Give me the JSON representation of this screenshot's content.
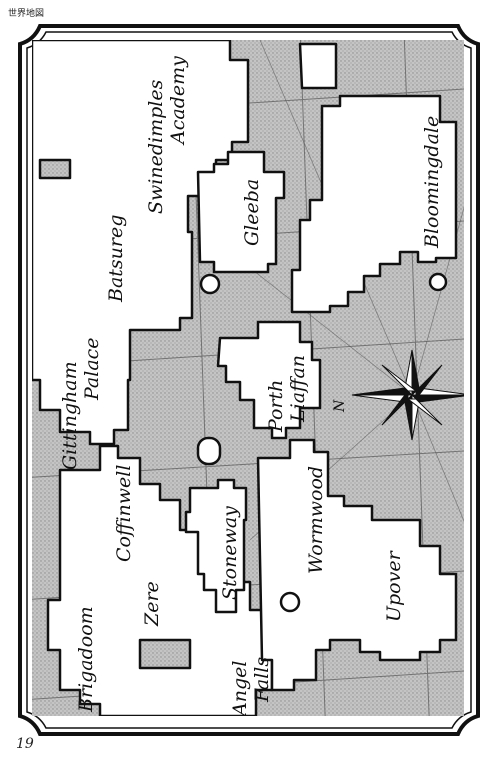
{
  "header": {
    "chapter_mark": "世界地図"
  },
  "footer": {
    "page_number": "19"
  },
  "map": {
    "places": [
      {
        "id": "swinedimples",
        "lines": [
          "Swinedimples",
          "Academy"
        ]
      },
      {
        "id": "batsureg",
        "lines": [
          "Batsureg"
        ]
      },
      {
        "id": "gleeba",
        "lines": [
          "Gleeba"
        ]
      },
      {
        "id": "bloomingdale",
        "lines": [
          "Bloomingdale"
        ]
      },
      {
        "id": "gittingham",
        "lines": [
          "Gittingham",
          "Palace"
        ]
      },
      {
        "id": "porth",
        "lines": [
          "Porth",
          "Liaffan"
        ]
      },
      {
        "id": "coffinwell",
        "lines": [
          "Coffinwell"
        ]
      },
      {
        "id": "stoneway",
        "lines": [
          "Stoneway"
        ]
      },
      {
        "id": "wormwood",
        "lines": [
          "Wormwood"
        ]
      },
      {
        "id": "zere",
        "lines": [
          "Zere"
        ]
      },
      {
        "id": "upover",
        "lines": [
          "Upover"
        ]
      },
      {
        "id": "brigadoom",
        "lines": [
          "Brigadoom"
        ]
      },
      {
        "id": "angel",
        "lines": [
          "Angel",
          "Falls"
        ]
      }
    ],
    "compass_label": "N"
  },
  "colors": {
    "sea": "#b8b8b8",
    "land": "#ffffff",
    "ink": "#111111"
  }
}
